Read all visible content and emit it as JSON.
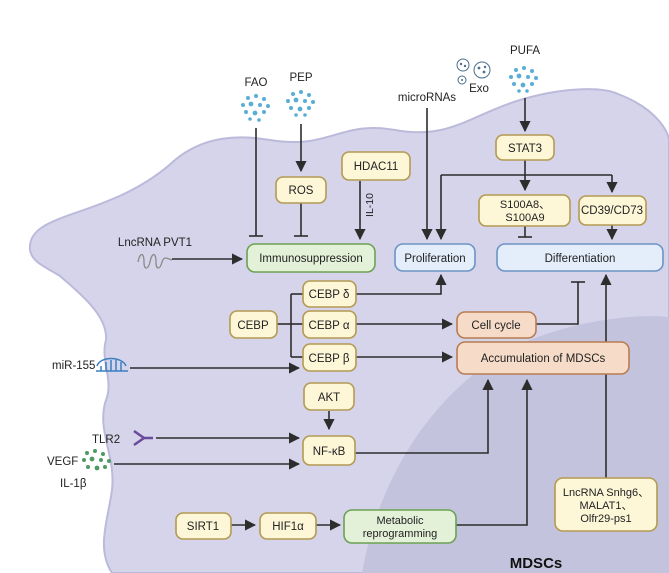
{
  "labels": {
    "fao": "FAO",
    "pep": "PEP",
    "micrornas": "microRNAs",
    "exo": "Exo",
    "pufa": "PUFA",
    "lncrna_pvt1": "LncRNA PVT1",
    "il10": "IL-10",
    "mir155": "miR-155",
    "tlr2": "TLR2",
    "vegf": "VEGF",
    "il1b": "IL-1β",
    "cell": "MDSCs"
  },
  "nodes": {
    "ros": "ROS",
    "hdac11": "HDAC11",
    "stat3": "STAT3",
    "s100_line1": "S100A8、",
    "s100_line2": "S100A9",
    "cd39": "CD39/CD73",
    "immunosuppression": "Immunosuppression",
    "proliferation": "Proliferation",
    "differentiation": "Differentiation",
    "cebp": "CEBP",
    "cebp_delta": "CEBP δ",
    "cebp_alpha": "CEBP α",
    "cebp_beta": "CEBP β",
    "cell_cycle": "Cell cycle",
    "accumulation": "Accumulation of MDSCs",
    "akt": "AKT",
    "nfkb": "NF-κB",
    "lnc_line1": "LncRNA Snhg6、",
    "lnc_line2": "MALAT1、",
    "lnc_line3": "Olfr29-ps1",
    "sirt1": "SIRT1",
    "hif1a": "HIF1α",
    "metabolic_line1": "Metabolic",
    "metabolic_line2": "reprogramming"
  },
  "colors": {
    "cell_body": "#d5d4ea",
    "cell_outline": "#bcbadb",
    "nucleus": "#c4c3dd",
    "yellow_fill": "#fdf7d8",
    "yellow_stroke": "#b49a52",
    "green_fill": "#e3f1d8",
    "green_stroke": "#6ca153",
    "blue_fill": "#e4eefb",
    "blue_stroke": "#6d93c4",
    "orange_fill": "#f6dcc8",
    "orange_stroke": "#b87c52",
    "arrow": "#2d2d2d",
    "dot_blue": "#5aaed6",
    "dot_green": "#4e9a62",
    "receptor": "#6a4a9a"
  },
  "icons": [
    "molecule-cluster-icon",
    "exosome-icon",
    "rna-strand-icon",
    "microrna-hairpin-icon",
    "receptor-icon"
  ]
}
